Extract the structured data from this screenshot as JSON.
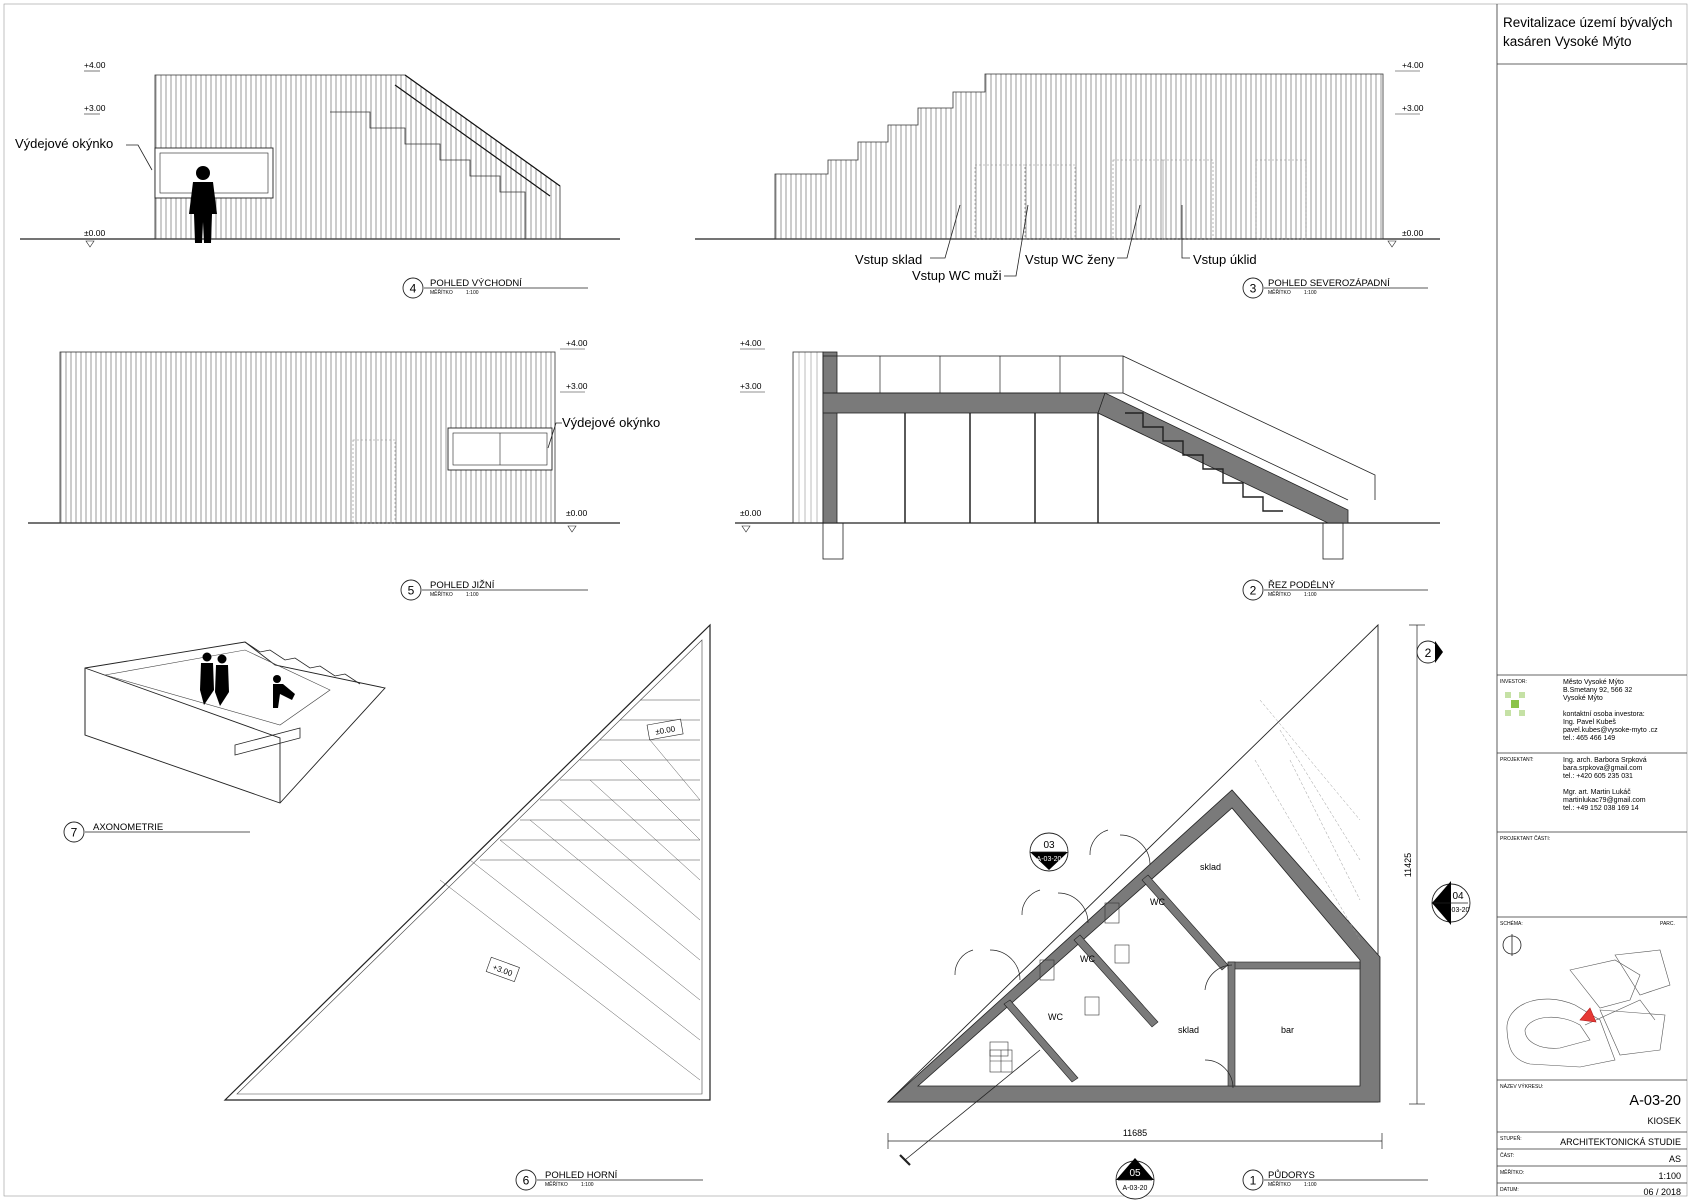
{
  "title_block": {
    "project_title_line1": "Revitalizace území bývalých",
    "project_title_line2": "kasáren Vysoké Mýto",
    "investor_label": "INVESTOR:",
    "investor_lines": [
      "Město Vysoké Mýto",
      "B.Smetany 92, 566 32",
      "Vysoké Mýto",
      "",
      "kontaktní osoba investora:",
      "Ing. Pavel Kubeš",
      "pavel.kubes@vysoke-myto .cz",
      "tel.: 465 466 149"
    ],
    "designer_label": "PROJEKTANT:",
    "designer_lines": [
      "Ing. arch. Barbora Srpková",
      "bara.srpkova@gmail.com",
      "tel.: +420 605 235 031",
      "",
      "Mgr. art. Martin Lukáč",
      "martinlukac79@gmail.com",
      "tel.: +49 152 038 169 14"
    ],
    "part_designer_label": "PROJEKTANT ČÁSTI:",
    "scheme_label": "SCHÉMA:",
    "parcel_label": "PARC.",
    "drawing_name_label": "NÁZEV VÝKRESU:",
    "drawing_number": "A-03-20",
    "drawing_name": "KIOSEK",
    "stage_label": "STUPEŇ:",
    "stage_value": "ARCHITEKTONICKÁ STUDIE",
    "part_label": "ČÁST:",
    "part_value": "AS",
    "scale_label": "MĚŘÍTKO:",
    "scale_value": "1:100",
    "date_label": "DATUM:",
    "date_value": "06 / 2018"
  },
  "views": [
    {
      "num": "4",
      "name": "POHLED VÝCHODNÍ",
      "scale_label": "MĚŘÍTKO",
      "scale": "1:100"
    },
    {
      "num": "3",
      "name": "POHLED SEVEROZÁPADNÍ",
      "scale_label": "MĚŘÍTKO",
      "scale": "1:100"
    },
    {
      "num": "5",
      "name": "POHLED JIŽNÍ",
      "scale_label": "MĚŘÍTKO",
      "scale": "1:100"
    },
    {
      "num": "2",
      "name": "ŘEZ PODÉLNÝ",
      "scale_label": "MĚŘÍTKO",
      "scale": "1:100"
    },
    {
      "num": "7",
      "name": "AXONOMETRIE"
    },
    {
      "num": "6",
      "name": "POHLED HORNÍ",
      "scale_label": "MĚŘÍTKO",
      "scale": "1:100"
    },
    {
      "num": "1",
      "name": "PŮDORYS",
      "scale_label": "MĚŘÍTKO",
      "scale": "1:100"
    }
  ],
  "levels": {
    "top": "+4.00",
    "mid": "+3.00",
    "ground": "±0.00"
  },
  "annotations": {
    "serving_window": "Výdejové okýnko",
    "entry_storage": "Vstup sklad",
    "entry_wc_men": "Vstup WC muži",
    "entry_wc_women": "Vstup WC ženy",
    "entry_cleaning": "Vstup úklid"
  },
  "roof_plan": {
    "level_low": "±0.00",
    "level_high": "+3.00"
  },
  "plan": {
    "rooms": [
      "sklad",
      "WC",
      "WC",
      "WC",
      "sklad",
      "bar"
    ],
    "dim_horizontal": "11685",
    "dim_vertical": "11425",
    "markers": [
      {
        "num": "03",
        "ref": "A-03-20"
      },
      {
        "num": "04",
        "ref": "A-03-20"
      },
      {
        "num": "05",
        "ref": "A-03-20"
      },
      {
        "num": "2"
      }
    ]
  },
  "colors": {
    "line": "#111111",
    "wall_fill": "#7a7a7a",
    "accent_green": "#8bc34a",
    "accent_red": "#e53935"
  }
}
